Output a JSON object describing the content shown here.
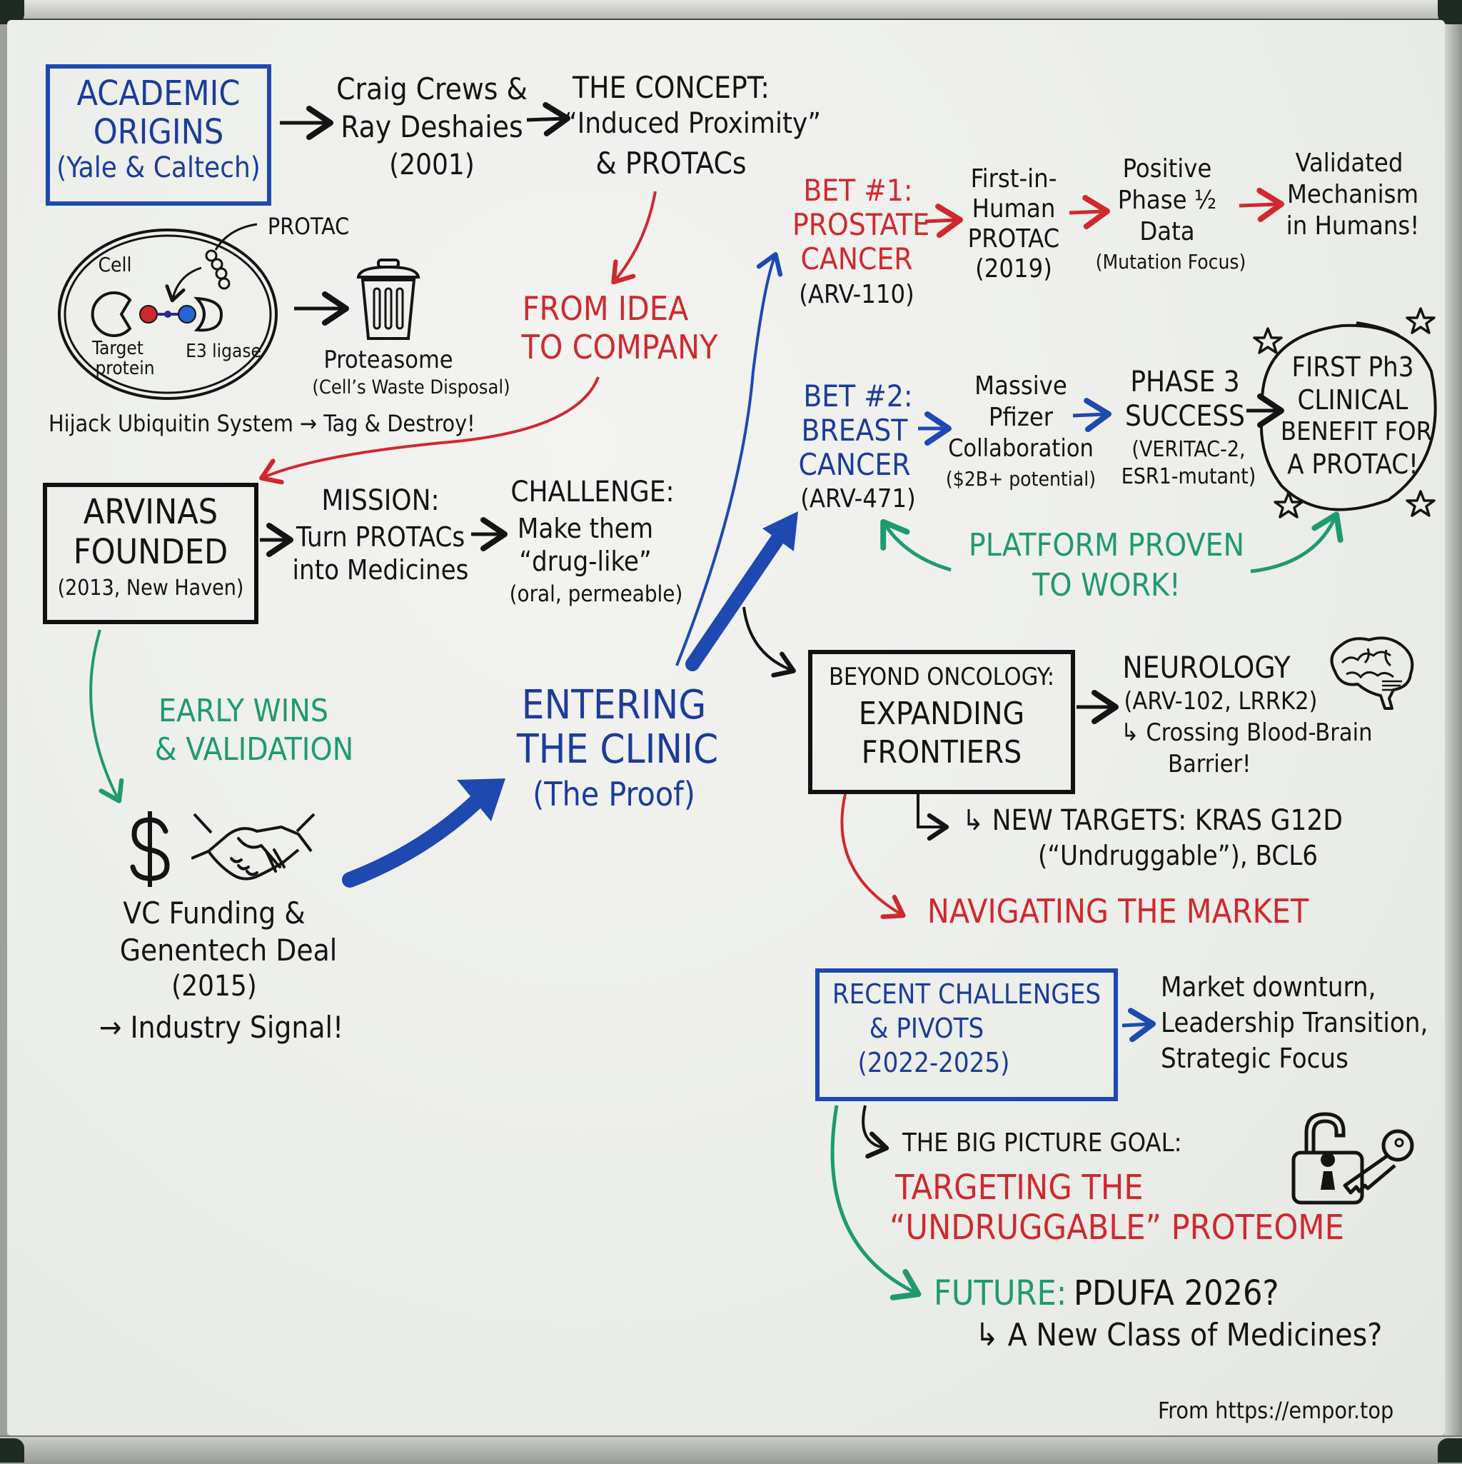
{
  "board": {
    "academic_origins": {
      "title_line1": "ACADEMIC",
      "title_line2": "ORIGINS",
      "subtitle": "(Yale & Caltech)"
    },
    "founders": {
      "line1": "Craig Crews &",
      "line2": "Ray Deshaies",
      "year": "(2001)"
    },
    "concept": {
      "line1": "THE CONCEPT:",
      "line2": "“Induced Proximity”",
      "line3": "& PROTACs"
    },
    "mechanism_diagram": {
      "protac_label": "PROTAC",
      "cell_label": "Cell",
      "target_label_line1": "Target",
      "target_label_line2": "protein",
      "e3_label": "E3 ligase",
      "proteasome_label": "Proteasome",
      "proteasome_sub": "(Cell’s Waste Disposal)",
      "caption": "Hijack Ubiquitin System → Tag & Destroy!"
    },
    "from_idea": {
      "line1": "FROM IDEA",
      "line2": "TO COMPANY"
    },
    "arvinas_founded": {
      "line1": "ARVINAS",
      "line2": "FOUNDED",
      "line3": "(2013, New Haven)"
    },
    "mission": {
      "line1": "MISSION:",
      "line2": "Turn PROTACs",
      "line3": "into Medicines"
    },
    "challenge": {
      "line1": "CHALLENGE:",
      "line2": "Make them",
      "line3": "“drug-like”",
      "line4": "(oral, permeable)"
    },
    "early_wins": {
      "line1": "EARLY WINS",
      "line2": "& VALIDATION"
    },
    "funding": {
      "line1": "VC Funding &",
      "line2": "Genentech Deal",
      "line3": "(2015)",
      "line4": "→ Industry Signal!"
    },
    "entering_clinic": {
      "line1": "ENTERING",
      "line2": "THE CLINIC",
      "line3": "(The Proof)"
    },
    "bet1": {
      "line1": "BET #1:",
      "line2": "PROSTATE",
      "line3": "CANCER",
      "line4": "(ARV-110)",
      "step1": [
        "First-in-",
        "Human",
        "PROTAC",
        "(2019)"
      ],
      "step2": [
        "Positive",
        "Phase ½",
        "Data",
        "(Mutation Focus)"
      ],
      "step3": [
        "Validated",
        "Mechanism",
        "in Humans!"
      ]
    },
    "bet2": {
      "line1": "BET #2:",
      "line2": "BREAST",
      "line3": "CANCER",
      "line4": "(ARV-471)",
      "step1": [
        "Massive",
        "Pfizer",
        "Collaboration",
        "($2B+ potential)"
      ],
      "step2": [
        "PHASE 3",
        "SUCCESS",
        "(VERITAC-2,",
        "ESR1-mutant)"
      ],
      "highlight": [
        "FIRST Ph3",
        "CLINICAL",
        "BENEFIT FOR",
        "A PROTAC!"
      ]
    },
    "platform_proven": {
      "line1": "PLATFORM PROVEN",
      "line2": "TO WORK!"
    },
    "beyond_oncology": {
      "line1": "BEYOND ONCOLOGY:",
      "line2": "EXPANDING",
      "line3": "FRONTIERS"
    },
    "neurology": {
      "line1": "NEUROLOGY",
      "line2": "(ARV-102, LRRK2)",
      "line3": "↳ Crossing Blood-Brain",
      "line4": "Barrier!"
    },
    "new_targets": {
      "line1": "↳ NEW TARGETS: KRAS G12D",
      "line2": "(“Undruggable”), BCL6"
    },
    "navigating": {
      "label": "NAVIGATING THE MARKET"
    },
    "recent_challenges": {
      "line1": "RECENT CHALLENGES",
      "line2": "& PIVOTS",
      "line3": "(2022-2025)"
    },
    "market_notes": {
      "line1": "Market downturn,",
      "line2": "Leadership Transition,",
      "line3": "Strategic Focus"
    },
    "big_picture": {
      "label": "THE BIG PICTURE GOAL:",
      "line1": "TARGETING THE",
      "line2": "“UNDRUGGABLE” PROTEOME"
    },
    "future": {
      "prefix": "FUTURE:",
      "text": "PDUFA 2026?",
      "sub": "↳ A New Class of Medicines?"
    },
    "credit": "From https://empor.top"
  },
  "colors": {
    "blue": "#1c3c9a",
    "red": "#d0282f",
    "green": "#1f9a6c",
    "black": "#141414",
    "board": "#eeefec"
  },
  "icons": [
    "cell-diagram-icon",
    "trash-can-icon",
    "dollar-sign-icon",
    "handshake-icon",
    "brain-icon",
    "unlocked-padlock-icon",
    "key-icon",
    "star-icon"
  ]
}
